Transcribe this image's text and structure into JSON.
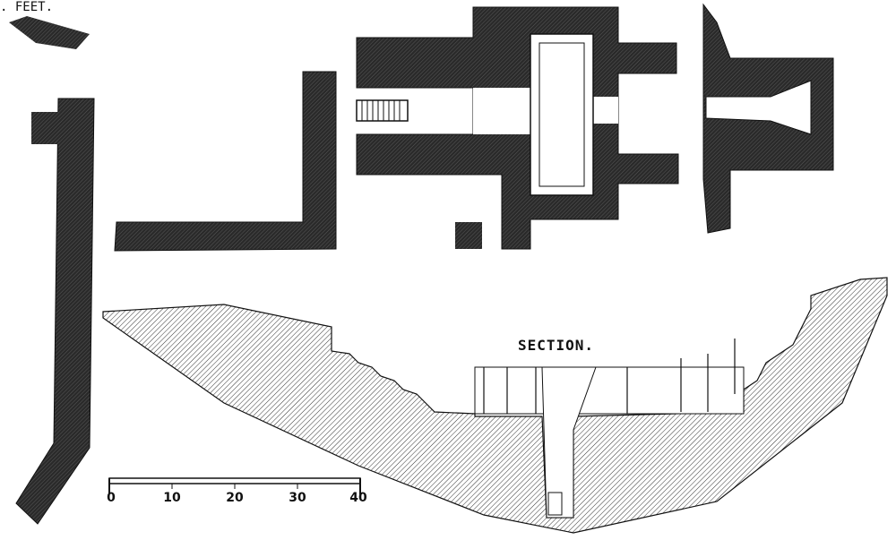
{
  "section_label": "SECTION.",
  "scale": {
    "ticks": [
      "0",
      "10",
      "20",
      "30",
      "40"
    ],
    "unit": ". FEET."
  },
  "colors": {
    "ink": "#111111",
    "paper": "#ffffff"
  }
}
